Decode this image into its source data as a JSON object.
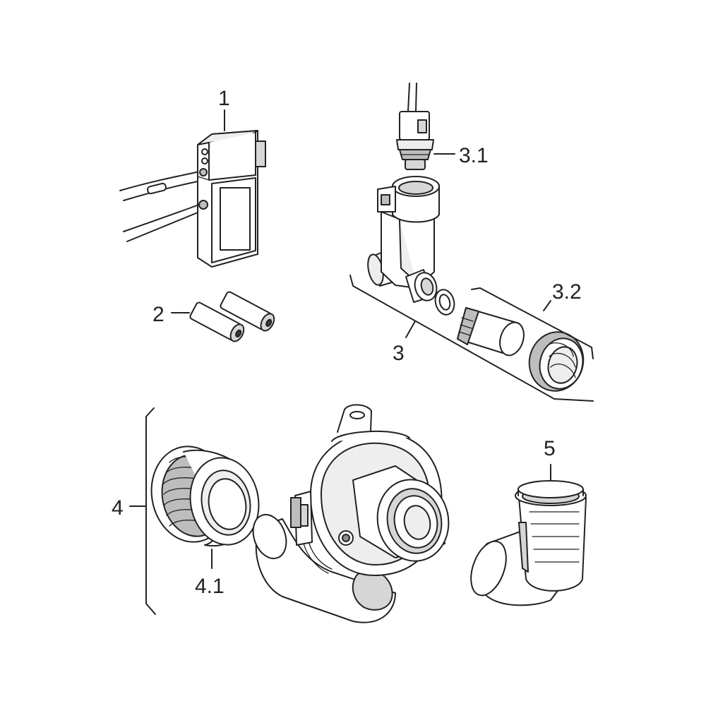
{
  "labels": {
    "p1": "1",
    "p2": "2",
    "p3": "3",
    "p3_1": "3.1",
    "p3_2": "3.2",
    "p4": "4",
    "p4_1": "4.1",
    "p5": "5"
  }
}
